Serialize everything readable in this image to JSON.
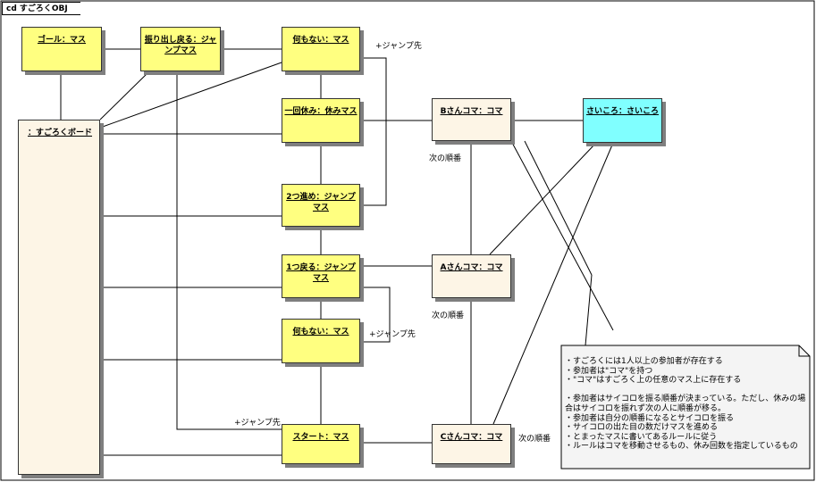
{
  "diagram": {
    "tab_label": "cd すごろくOBJ",
    "objects": {
      "goal": "ゴール：マス",
      "furidashi": "振り出し戻る：ジャンプマス",
      "nanimonai1": "何もない：マス",
      "ikkaiyasumi": "一回休み：休みマス",
      "futatsususume": "2つ進め：ジャンプマス",
      "hitotsumodoru": "1つ戻る：ジャンプマス",
      "nanimonai2": "何もない：マス",
      "start": "スタート：マス",
      "board": "：すごろくボード",
      "b_koma": "Bさんコマ：コマ",
      "a_koma": "Aさんコマ：コマ",
      "c_koma": "Cさんコマ：コマ",
      "saikoro": "さいころ：さいころ"
    },
    "labels": {
      "jump1": "+ジャンプ先",
      "jump2": "+ジャンプ先",
      "jump3": "+ジャンプ先",
      "order1": "次の順番",
      "order2": "次の順番",
      "order3": "次の順番"
    },
    "note_lines": [
      "・すごろくには1人以上の参加者が存在する",
      "・参加者は\"コマ\"を持つ",
      "・\"コマ\"はすごろく上の任意のマス上に存在する",
      "",
      "・参加者はサイコロを振る順番が決まっている。ただし、休みの場",
      "合はサイコロを振れず次の人に順番が移る。",
      "・参加者は自分の順番になるとサイコロを振る",
      "・サイコロの出た目の数だけマスを進める",
      "・とまったマスに書いてあるルールに従う",
      "・ルールはコマを移動させるもの、休み回数を指定しているもの"
    ],
    "colors": {
      "square": "#ffff80",
      "piece": "#fdf5e6",
      "dice": "#80ffff",
      "note": "#f4f4f4"
    }
  }
}
